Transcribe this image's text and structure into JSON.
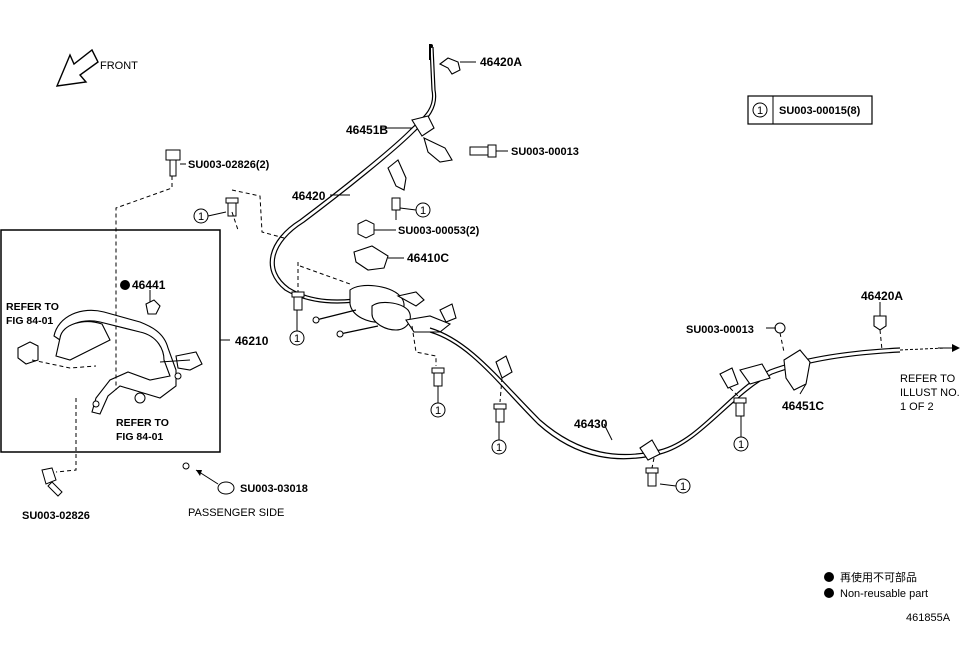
{
  "front_label": "FRONT",
  "legend_box": {
    "number": "1",
    "code": "SU003-00015(8)"
  },
  "labels": {
    "p46420A_top": "46420A",
    "p46451B": "46451B",
    "su00013_top": "SU003-00013",
    "p46420": "46420",
    "su02826_2": "SU003-02826(2)",
    "su00053_2": "SU003-00053(2)",
    "p46410C": "46410C",
    "p46441": "46441",
    "refer_fig_a_1": "REFER TO",
    "refer_fig_a_2": "FIG 84-01",
    "p46210": "46210",
    "refer_fig_b_1": "REFER TO",
    "refer_fig_b_2": "FIG 84-01",
    "p46430": "46430",
    "p46420A_right": "46420A",
    "su00013_right": "SU003-00013",
    "p46451C": "46451C",
    "refer_illust_1": "REFER TO",
    "refer_illust_2": "ILLUST NO.",
    "refer_illust_3": "1 OF 2",
    "su03018": "SU003-03018",
    "passenger_side": "PASSENGER SIDE",
    "su02826": "SU003-02826"
  },
  "circle_marker": "1",
  "footnote": {
    "jp": "再使用不可部品",
    "en": "Non-reusable part"
  },
  "illustration_id": "461855A"
}
